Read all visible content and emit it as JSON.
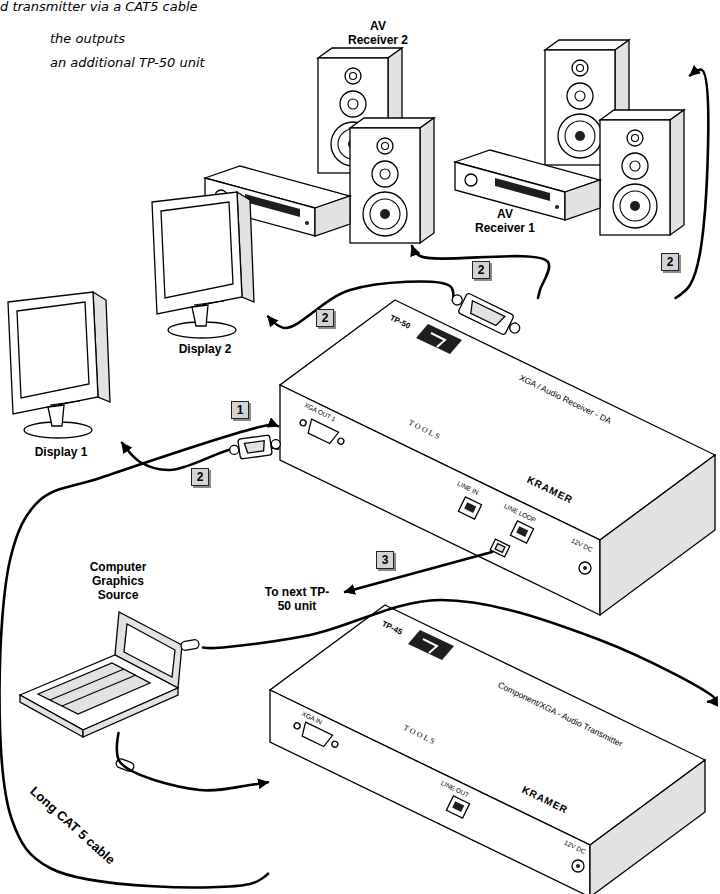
{
  "diagram": {
    "nodes": [
      {
        "text": [
          "AV Receiver 2"
        ]
      },
      {
        "text": [
          "AV Receiver 1"
        ]
      },
      {
        "text": [
          "Display 2"
        ]
      },
      {
        "text": [
          "Display 1"
        ]
      },
      {
        "text": [
          "TP-50",
          "XGA / Audio Receiver - DA",
          "TOOLS",
          "KRAMER",
          "XGA OUT 1",
          "LINE IN",
          "LINE LOOP",
          "12V DC"
        ]
      },
      {
        "text": [
          "Computer Graphics Source"
        ]
      },
      {
        "text": [
          "TP-45",
          "Component/XGA - Audio Transmitter",
          "TOOLS",
          "KRAMER",
          "XGA IN",
          "LINE OUT",
          "12V DC"
        ]
      }
    ],
    "edges": [
      {
        "from": 4,
        "to": 3,
        "arrow": "to"
      },
      {
        "from": 4,
        "to": 2,
        "arrow": "to"
      },
      {
        "from": 4,
        "to": 1,
        "arrow": "to"
      },
      {
        "from": 4,
        "to": 0,
        "arrow": "to"
      },
      {
        "from": 6,
        "to": 4,
        "label": "Long CAT 5 cable",
        "arrow": "to"
      },
      {
        "from": 5,
        "to": 6,
        "arrow": "to"
      },
      {
        "from": 5,
        "to": 6,
        "arrow": "to"
      }
    ],
    "labels": [
      "d transmitter via a CAT5 cable",
      "the outputs",
      "an additional TP-50 unit",
      "2",
      "2",
      "2",
      "1",
      "2",
      "3",
      "To next TP-50 unit"
    ]
  }
}
